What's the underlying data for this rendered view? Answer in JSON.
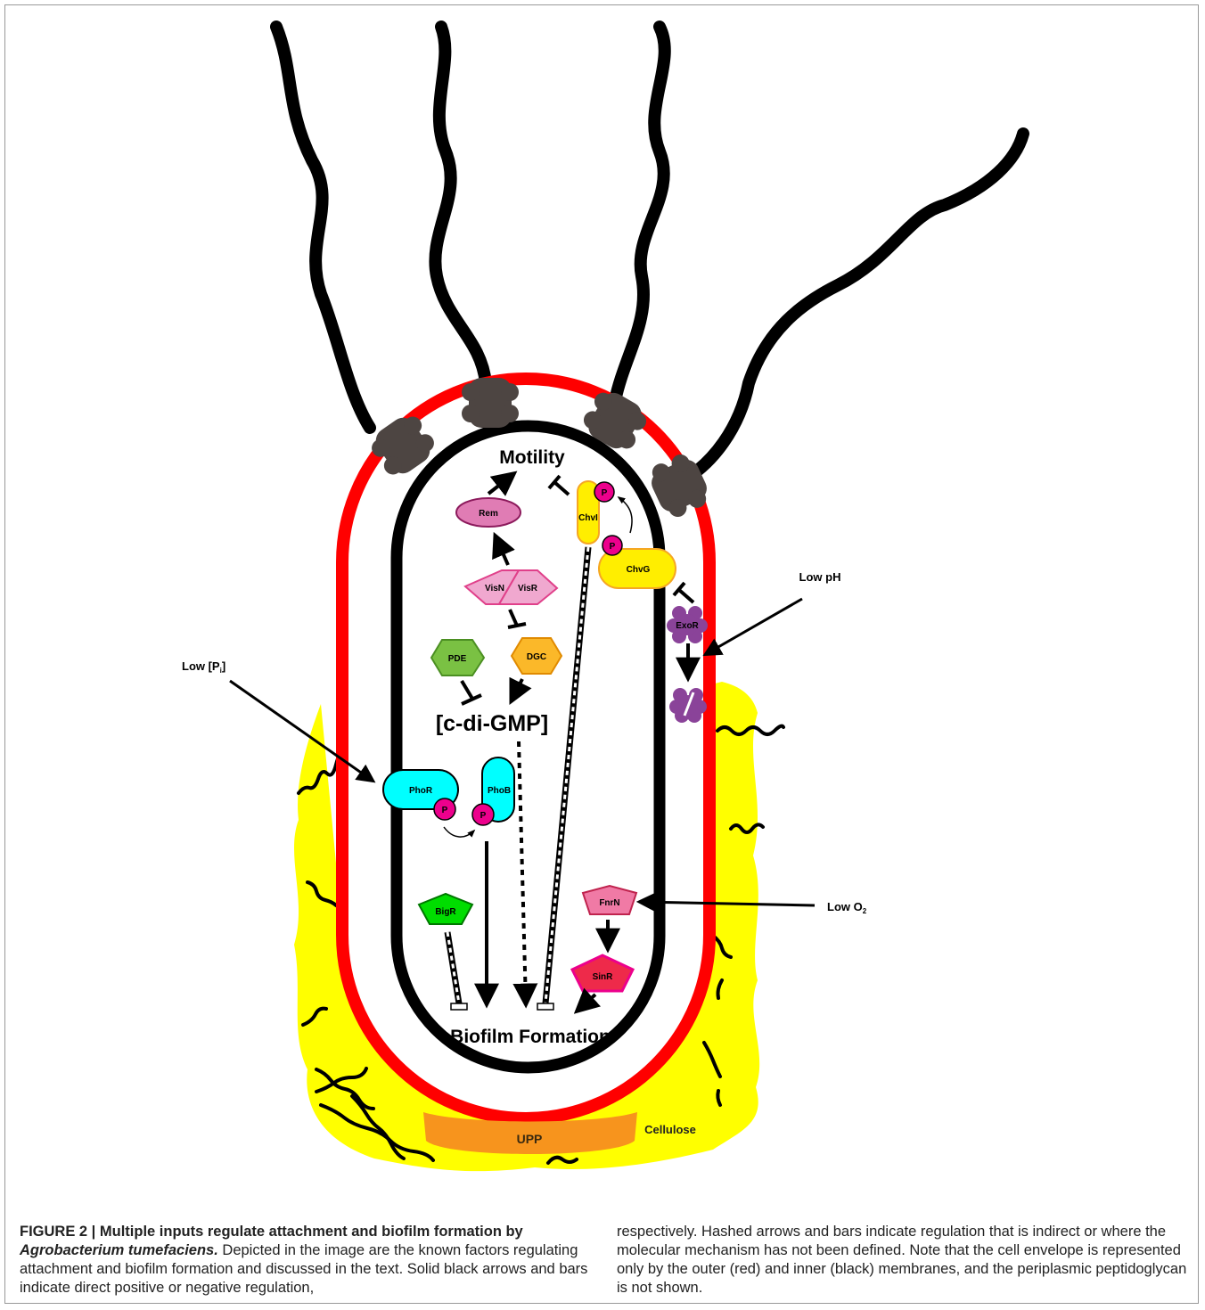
{
  "diagram": {
    "labels": {
      "motility": "Motility",
      "biofilm": "Biofilm Formation",
      "cdigmp": "[c-di-GMP]",
      "low_ph": "Low pH",
      "low_pi_prefix": "Low [P",
      "low_pi_sub": "i",
      "low_pi_suffix": "]",
      "low_o2_prefix": "Low O",
      "low_o2_sub": "2",
      "upp": "UPP",
      "cellulose": "Cellulose"
    },
    "proteins": {
      "rem": "Rem",
      "visn": "VisN",
      "visr": "VisR",
      "pde": "PDE",
      "dgc": "DGC",
      "chvi": "ChvI",
      "chvg": "ChvG",
      "exor": "ExoR",
      "phor": "PhoR",
      "phob": "PhoB",
      "bigr": "BigR",
      "fnrn": "FnrN",
      "sinr": "SinR",
      "phospho": "P"
    },
    "colors": {
      "outer_membrane": "#ff0000",
      "inner_membrane": "#000000",
      "cellulose": "#ffff00",
      "upp": "#f7941d",
      "flagellar_motor": "#4d4542",
      "rem": "#e07cb4",
      "visn_visr": "#f0a8cf",
      "pde": "#7ac143",
      "dgc": "#fbb829",
      "chv": "#ffee00",
      "exor": "#8a4399",
      "pho": "#00ffff",
      "bigr": "#00dd00",
      "fnrn": "#f07aa5",
      "sinr": "#ee2a4a",
      "phosphate": "#ec008c"
    }
  },
  "caption": {
    "title": "FIGURE 2 | Multiple inputs regulate attachment and biofilm formation by ",
    "species": "Agrobacterium tumefaciens.",
    "col1_text": " Depicted in the image are the known factors regulating attachment and biofilm formation and discussed in the text. Solid black arrows and bars indicate direct positive or negative regulation,",
    "col2_text": "respectively. Hashed arrows and bars indicate regulation that is indirect or where the molecular mechanism has not been defined. Note that the cell envelope is represented only by the outer (red) and inner (black) membranes, and the periplasmic peptidoglycan is not shown."
  }
}
